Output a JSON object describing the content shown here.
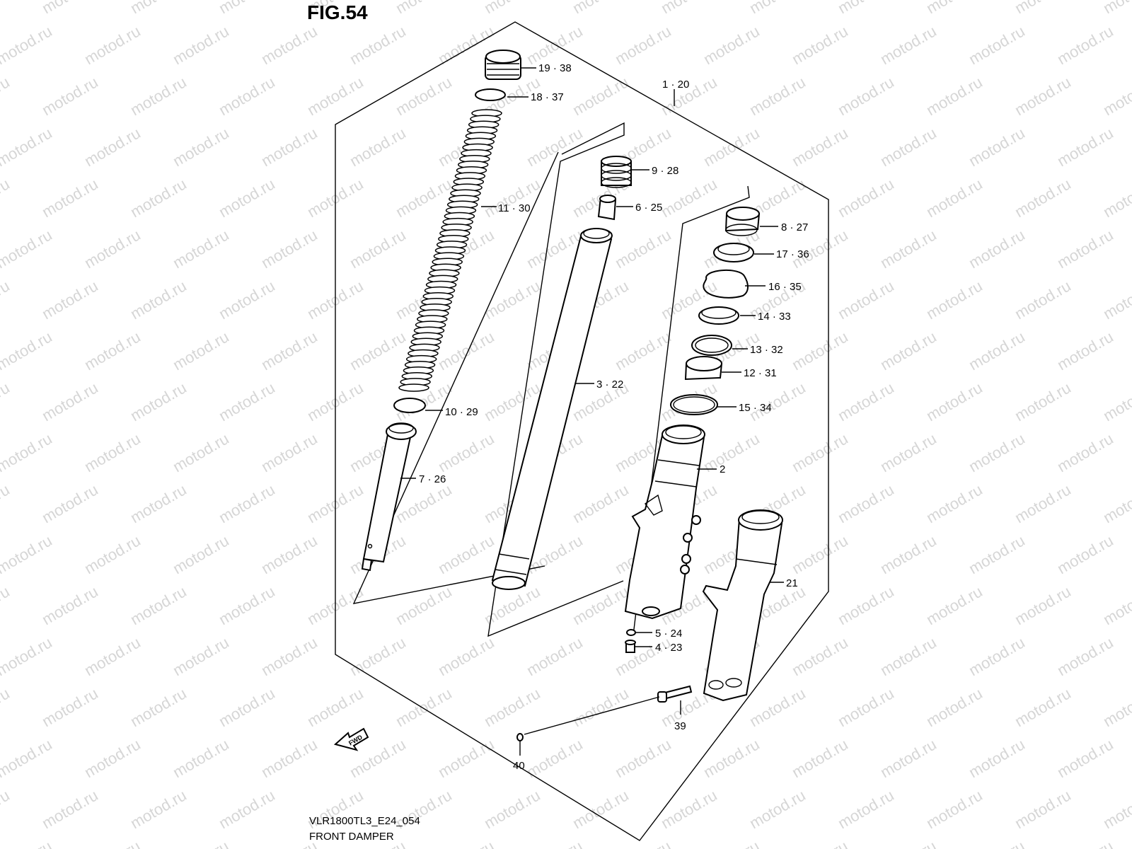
{
  "figure": {
    "title": "FIG.54",
    "code": "VLR1800TL3_E24_054",
    "caption": "FRONT DAMPER"
  },
  "watermark": {
    "text": "motod.ru",
    "color": "#d6d6d6"
  },
  "fwd_label": "FWD",
  "callouts": {
    "c1": "19 · 38",
    "c2": "18 · 37",
    "c3": "1 · 20",
    "c4": "9 · 28",
    "c5": "11 · 30",
    "c6": "6 · 25",
    "c7": "8 · 27",
    "c8": "17 · 36",
    "c9": "16 · 35",
    "c10": "14 · 33",
    "c11": "13 · 32",
    "c12": "12 · 31",
    "c13": "3 · 22",
    "c14": "15 · 34",
    "c15": "10 · 29",
    "c16": "2",
    "c17": "7 · 26",
    "c18": "21",
    "c19": "5 · 24",
    "c20": "4 · 23",
    "c21": "39",
    "c22": "40"
  }
}
